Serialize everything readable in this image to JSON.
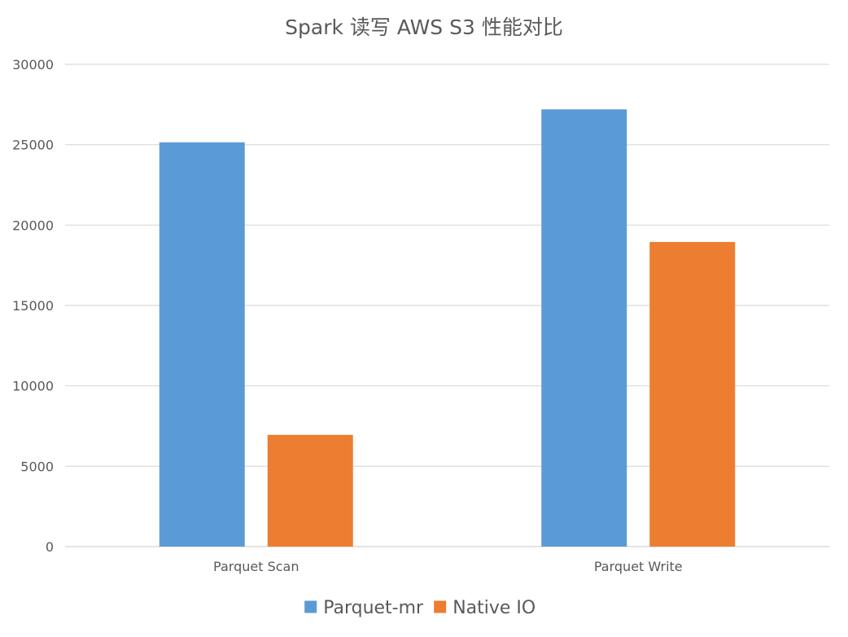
{
  "chart_data": {
    "type": "bar",
    "title": "Spark 读写 AWS S3 性能对比",
    "categories": [
      "Parquet Scan",
      "Parquet Write"
    ],
    "series": [
      {
        "name": "Parquet-mr",
        "color": "#5B9BD5",
        "values": [
          25150,
          27200
        ]
      },
      {
        "name": "Native IO",
        "color": "#ED7D31",
        "values": [
          6950,
          18950
        ]
      }
    ],
    "ylim": [
      0,
      30000
    ],
    "yticks": [
      0,
      5000,
      10000,
      15000,
      20000,
      25000,
      30000
    ],
    "grid": true,
    "legend_position": "bottom"
  }
}
